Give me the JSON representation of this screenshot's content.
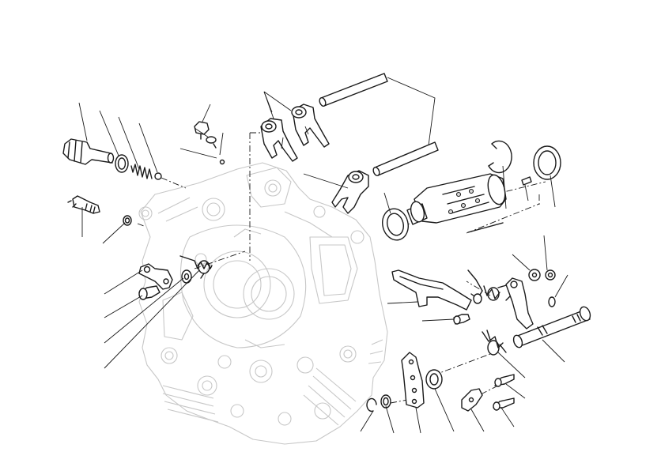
{
  "diagram": {
    "kind": "exploded-parts-view",
    "colors": {
      "ink": "#1a1a1a",
      "ghost": "#c7c7c7",
      "background": "#ffffff"
    },
    "parts": [
      "crankcase",
      "fork-rod-upper",
      "fork-rod-lower",
      "shift-fork-pair",
      "shift-fork-single",
      "selector-drum",
      "circlip",
      "thrust-washer-right",
      "thrust-washer-left",
      "dowel-pin",
      "drum-pin",
      "detent-plug",
      "detent-washer",
      "detent-spring",
      "detent-ball",
      "bleed-screw",
      "bleed-ball",
      "neutral-switch",
      "switch-washer",
      "detent-lever",
      "lever-screw",
      "lever-washer",
      "lever-spring",
      "ratchet-plate",
      "plate-screw",
      "selector-pawl",
      "pawl-spring",
      "shift-shaft",
      "shaft-washer",
      "shaft-nut",
      "shaft-spring",
      "pawl-plate-screw-1",
      "pawl-plate-screw-2",
      "pawl-plate",
      "circlip-small",
      "washer-small",
      "shaft-washer-large"
    ]
  }
}
